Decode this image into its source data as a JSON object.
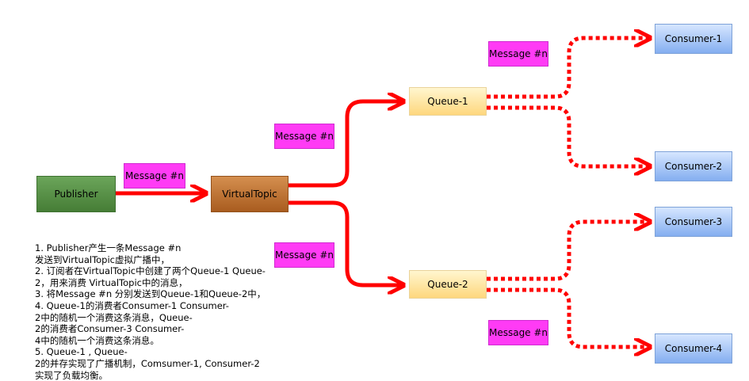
{
  "nodes": {
    "publisher": "Publisher",
    "virtual_topic": "VirtualTopic",
    "queue_1": "Queue-1",
    "queue_2": "Queue-2",
    "consumer_1": "Consumer-1",
    "consumer_2": "Consumer-2",
    "consumer_3": "Consumer-3",
    "consumer_4": "Consumer-4"
  },
  "message_labels": {
    "publisher_to_topic": "Message #n",
    "topic_to_queue_1": "Message #n",
    "topic_to_queue_2": "Message #n",
    "queue_1_to_consumers": "Message #n",
    "queue_2_to_consumers": "Message #n"
  },
  "edge_colors": {
    "arrow": "#ff0000"
  },
  "notes": [
    "1. Publisher产生一条Message #n",
    "发送到VirtualTopic虚拟广播中，",
    "2. 订阅者在VirtualTopic中创建了两个Queue-1 Queue-",
    "2，用来消费 VirtualTopic中的消息，",
    "3. 将Message #n 分别发送到Queue-1和Queue-2中，",
    "4. Queue-1的消费者Consumer-1 Consumer-",
    "2中的随机一个消费这条消息，Queue-",
    "2的消费者Consumer-3 Consumer-",
    "4中的随机一个消费这条消息。",
    "5. Queue-1 , Queue-",
    "2的并存实现了广播机制，Comsumer-1, Consumer-2",
    "实现了负载均衡。"
  ]
}
